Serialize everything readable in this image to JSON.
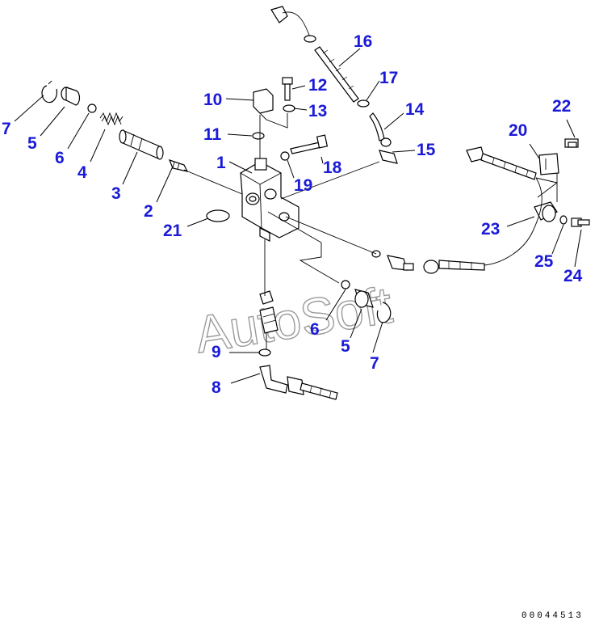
{
  "diagram": {
    "callouts": [
      "7",
      "5",
      "6",
      "4",
      "3",
      "2",
      "21",
      "1",
      "10",
      "11",
      "12",
      "13",
      "16",
      "17",
      "14",
      "15",
      "18",
      "19",
      "20",
      "22",
      "23",
      "25",
      "24",
      "6",
      "5",
      "7",
      "9",
      "8"
    ],
    "watermark": "AutoSoft",
    "document_number": "00044513"
  }
}
